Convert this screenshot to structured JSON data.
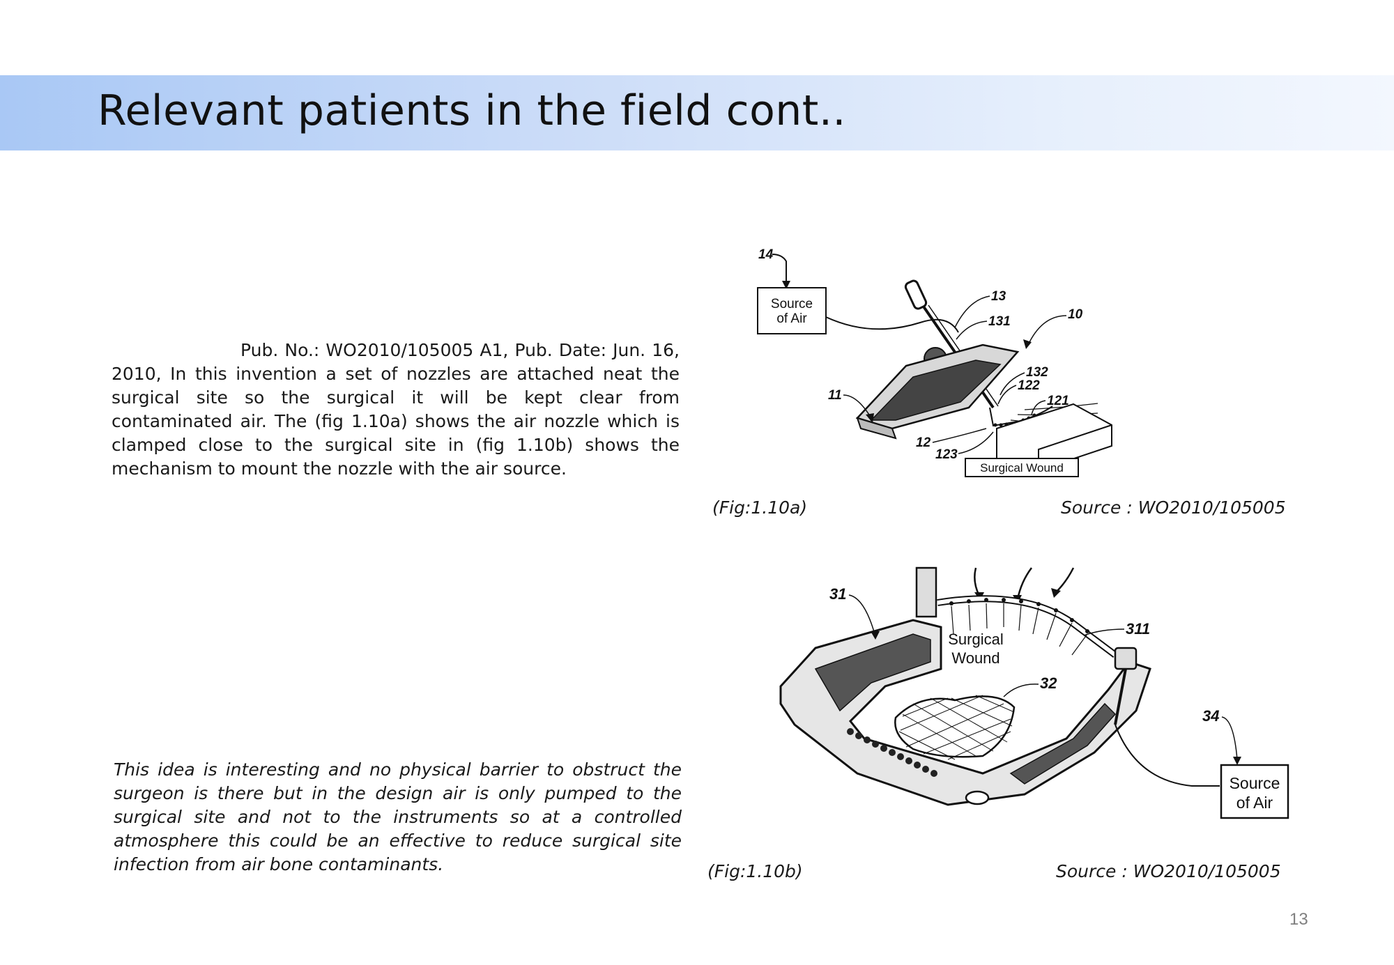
{
  "slide": {
    "title": "Relevant patients in the field cont..",
    "page_number": "13"
  },
  "body": {
    "lead": "Pub. No.: WO2010/105005 A1, Pub. Date: Jun. 16, 2010, In this invention a set of nozzles are attached neat the surgical site so the  surgical it will be kept clear from contaminated  air. The (fig 1.10a) shows the air nozzle which is clamped close to the surgical site in (fig 1.10b)  shows the mechanism to mount the nozzle with the air source.",
    "comment": "This idea is interesting and no physical barrier to obstruct the surgeon is there but  in the design air is only pumped to the surgical site and not to the instruments so at a controlled atmosphere this could be an effective to reduce surgical site infection from air bone contaminants."
  },
  "figures": {
    "fig_a": {
      "caption": "(Fig:1.10a)",
      "source": "Source : WO2010/105005",
      "labels": {
        "l14": "14",
        "l13": "13",
        "l131": "131",
        "l10": "10",
        "l132": "132",
        "l122": "122",
        "l121": "121",
        "l11": "11",
        "l12": "12",
        "l123": "123",
        "source_box_line1": "Source",
        "source_box_line2": "of Air",
        "wound_box": "Surgical Wound"
      }
    },
    "fig_b": {
      "caption": "(Fig:1.10b)",
      "source": "Source : WO2010/105005",
      "labels": {
        "l31": "31",
        "l311": "311",
        "l32": "32",
        "l34": "34",
        "wound_line1": "Surgical",
        "wound_line2": "Wound",
        "source_box_line1": "Source",
        "source_box_line2": "of Air"
      }
    }
  }
}
